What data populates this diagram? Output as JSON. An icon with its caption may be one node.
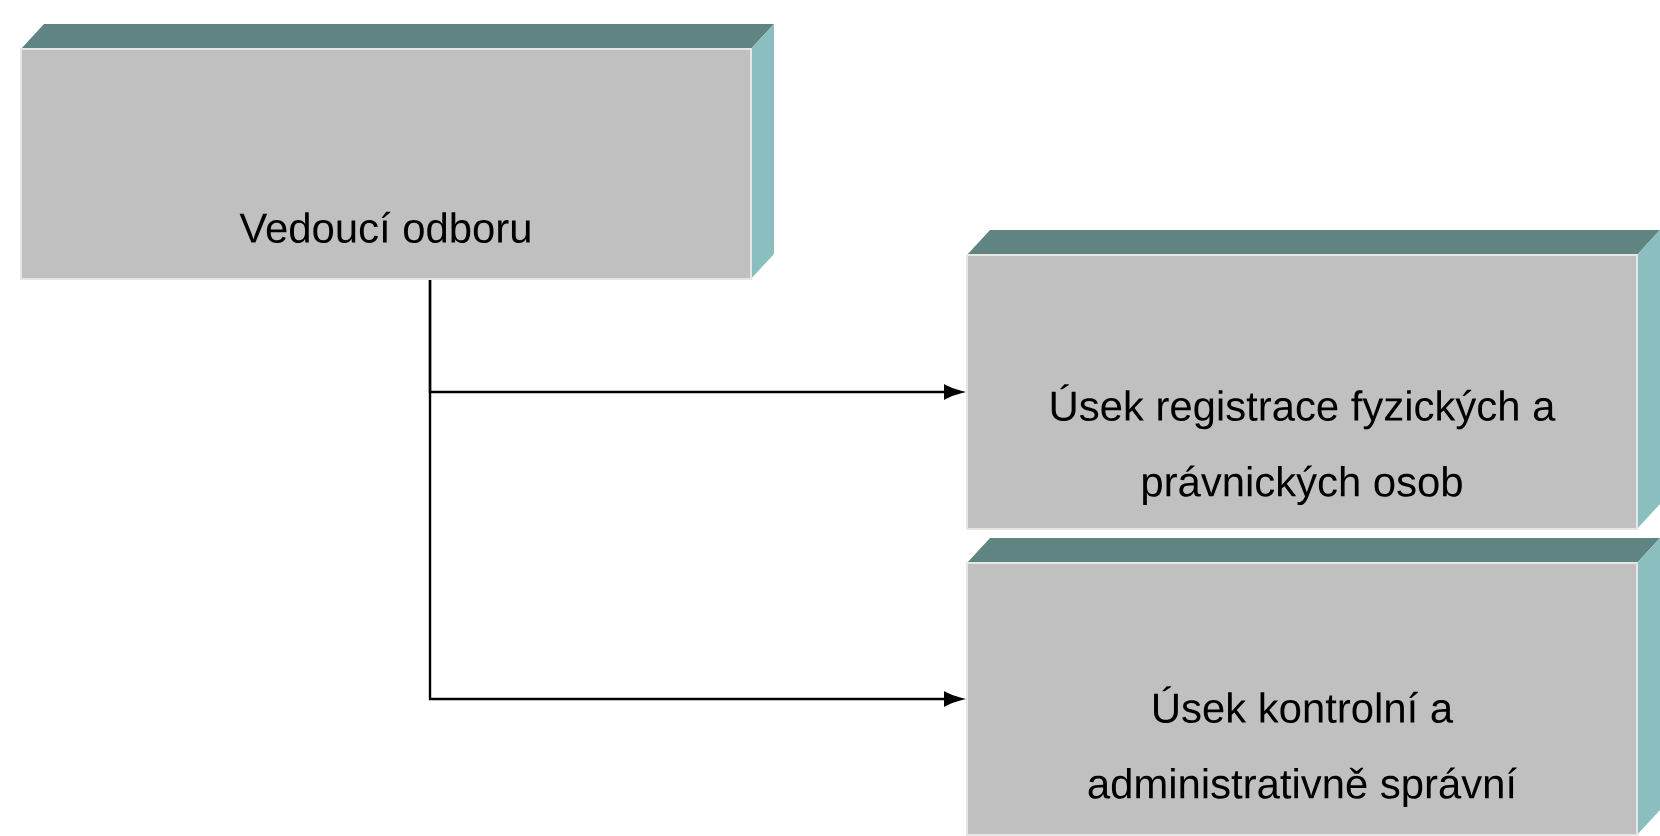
{
  "diagram": {
    "nodes": [
      {
        "text": [
          "Vedoucí odboru"
        ]
      },
      {
        "text": [
          "Úsek registrace fyzických a právnických osob"
        ]
      },
      {
        "text": [
          "Úsek kontrolní a administrativně správní"
        ]
      }
    ],
    "edges": [
      {
        "from": 0,
        "to": 1,
        "arrow": "to"
      },
      {
        "from": 0,
        "to": 2,
        "arrow": "to"
      }
    ]
  }
}
